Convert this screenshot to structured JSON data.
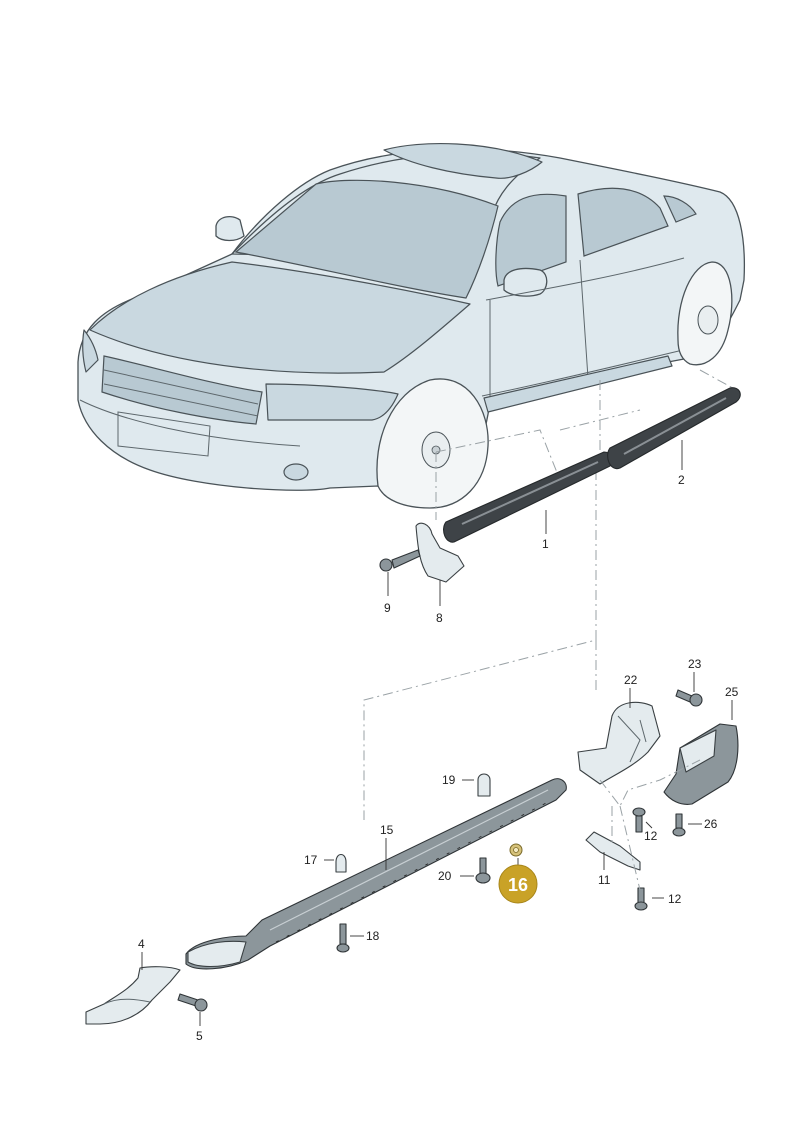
{
  "labels": {
    "p1": "1",
    "p2": "2",
    "p4": "4",
    "p5": "5",
    "p8": "8",
    "p9": "9",
    "p11": "11",
    "p12a": "12",
    "p12b": "12",
    "p15": "15",
    "p17": "17",
    "p18": "18",
    "p19": "19",
    "p20": "20",
    "p22": "22",
    "p23": "23",
    "p25": "25",
    "p26": "26"
  },
  "highlight": {
    "label": "16",
    "color": "#c9a227"
  }
}
